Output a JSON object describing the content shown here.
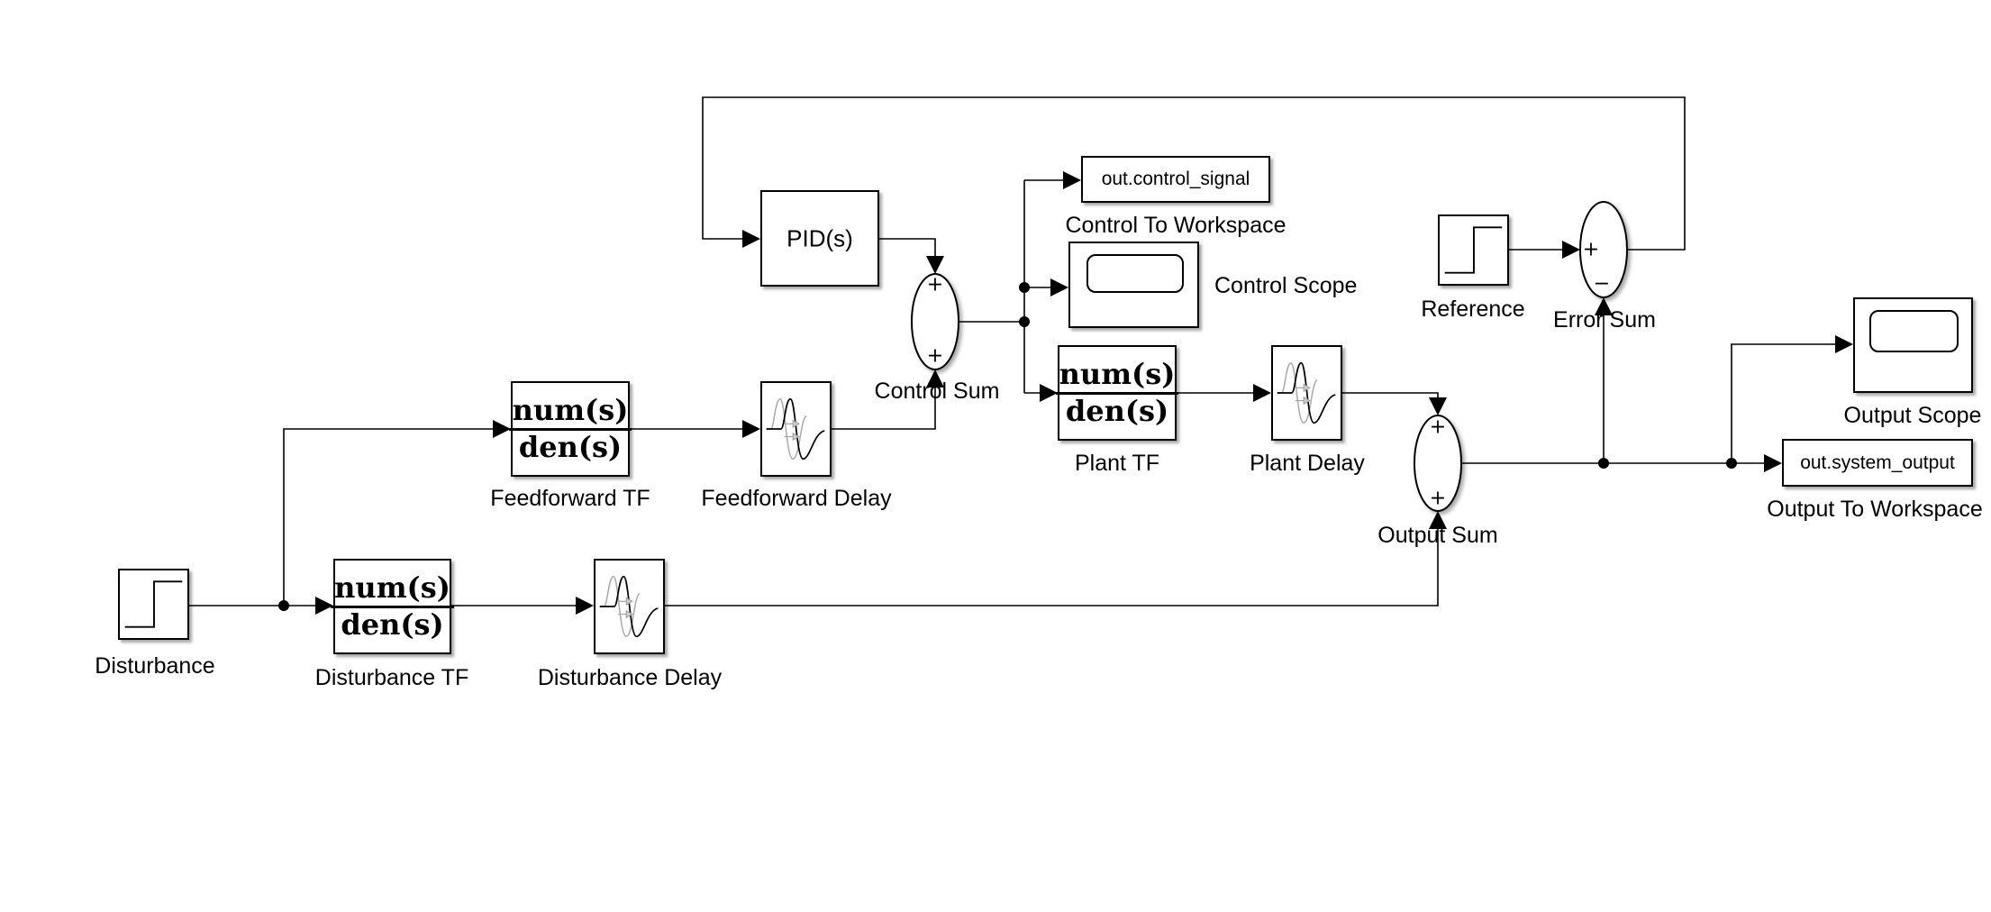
{
  "diagram": {
    "type": "simulink-block-diagram",
    "blocks": {
      "pid": {
        "label": "PID(s)"
      },
      "control_sum": {
        "label": "Control Sum",
        "signs": [
          "+",
          "+"
        ]
      },
      "control_to_workspace": {
        "label": "Control To Workspace",
        "variable": "out.control_signal"
      },
      "control_scope": {
        "label": "Control Scope"
      },
      "plant_tf": {
        "label": "Plant TF",
        "numerator": "num(s)",
        "denominator": "den(s)"
      },
      "plant_delay": {
        "label": "Plant Delay"
      },
      "reference": {
        "label": "Reference"
      },
      "error_sum": {
        "label": "Error Sum",
        "signs": [
          "+",
          "−"
        ]
      },
      "output_sum": {
        "label": "Output Sum",
        "signs": [
          "+",
          "+"
        ]
      },
      "output_scope": {
        "label": "Output Scope"
      },
      "output_to_workspace": {
        "label": "Output To Workspace",
        "variable": "out.system_output"
      },
      "feedforward_tf": {
        "label": "Feedforward TF",
        "numerator": "num(s)",
        "denominator": "den(s)"
      },
      "feedforward_delay": {
        "label": "Feedforward Delay"
      },
      "disturbance": {
        "label": "Disturbance"
      },
      "disturbance_tf": {
        "label": "Disturbance TF",
        "numerator": "num(s)",
        "denominator": "den(s)"
      },
      "disturbance_delay": {
        "label": "Disturbance Delay"
      }
    },
    "connections": [
      [
        "Reference",
        "Error Sum (+)"
      ],
      [
        "Output Sum",
        "Error Sum (-)"
      ],
      [
        "Error Sum",
        "PID(s)"
      ],
      [
        "PID(s)",
        "Control Sum (+ top)"
      ],
      [
        "Feedforward Delay",
        "Control Sum (+ bottom)"
      ],
      [
        "Control Sum",
        "Control To Workspace"
      ],
      [
        "Control Sum",
        "Control Scope"
      ],
      [
        "Control Sum",
        "Plant TF"
      ],
      [
        "Plant TF",
        "Plant Delay"
      ],
      [
        "Plant Delay",
        "Output Sum (+ top)"
      ],
      [
        "Disturbance Delay",
        "Output Sum (+ bottom)"
      ],
      [
        "Output Sum",
        "Output Scope"
      ],
      [
        "Output Sum",
        "Output To Workspace"
      ],
      [
        "Disturbance",
        "Feedforward TF"
      ],
      [
        "Feedforward TF",
        "Feedforward Delay"
      ],
      [
        "Disturbance",
        "Disturbance TF"
      ],
      [
        "Disturbance TF",
        "Disturbance Delay"
      ]
    ]
  }
}
